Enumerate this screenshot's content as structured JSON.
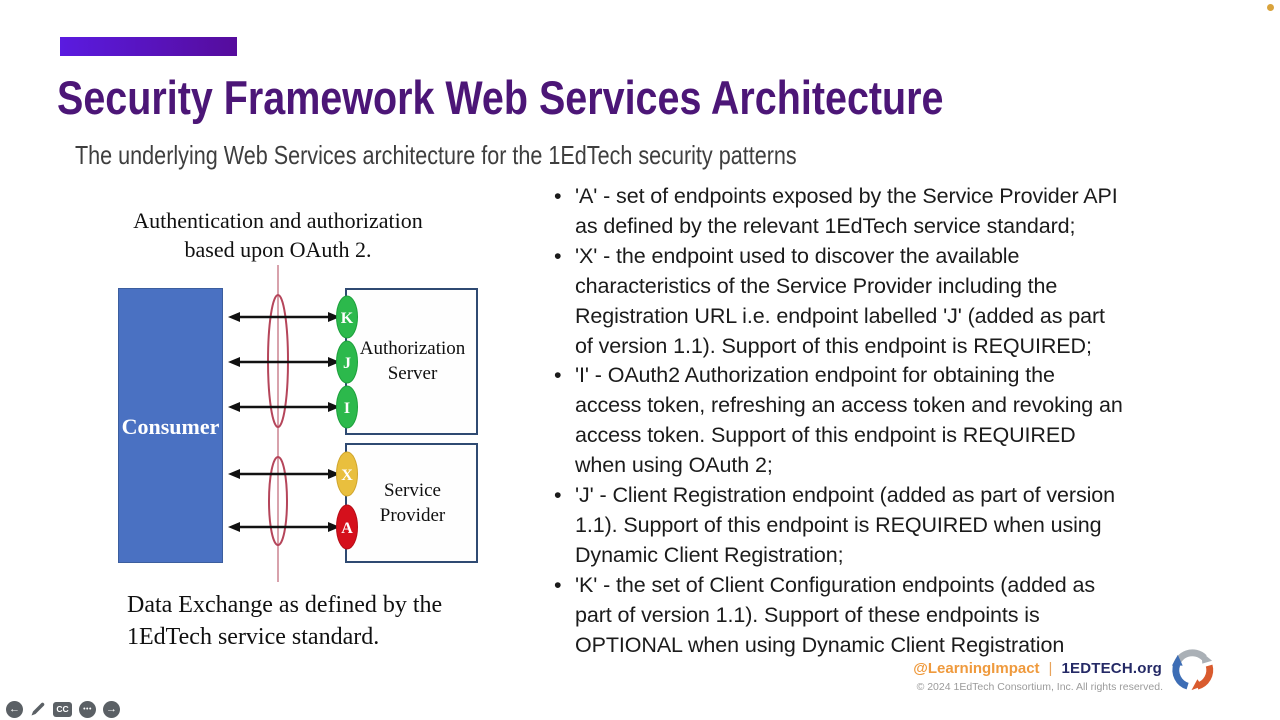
{
  "header": {
    "title": "Security Framework Web Services Architecture",
    "subtitle": "The underlying Web Services architecture for the 1EdTech security patterns",
    "title_color": "#4c1677",
    "accent_gradient": [
      "#5a1be0",
      "#560c9c"
    ],
    "status_dot_color": "#d9a33c"
  },
  "diagram": {
    "caption_top": "Authentication and authorization\nbased upon OAuth 2.",
    "consumer_label": "Consumer",
    "authorization_server_label": "Authorization\nServer",
    "service_provider_label": "Service\nProvider",
    "caption_bottom": "Data Exchange as defined by the\n1EdTech service standard.",
    "auth_endpoints": [
      "K",
      "J",
      "I"
    ],
    "service_endpoints": [
      "X",
      "A"
    ],
    "colors": {
      "consumer_fill": "#4a71c2",
      "box_border": "#2f4a72",
      "endpoint_green": "#2cb94c",
      "endpoint_gold": "#e9bf3e",
      "endpoint_red": "#d5101c",
      "lens_stroke": "#b5455a",
      "arrow": "#111111"
    }
  },
  "bullets": [
    {
      "text": "'A' - set of endpoints exposed by the Service Provider API\nas defined by the relevant 1EdTech service standard;"
    },
    {
      "text": "'X' - the endpoint used to discover the available\ncharacteristics of the Service Provider including the\nRegistration URL i.e. endpoint labelled 'J' (added as part\nof version 1.1). Support of this endpoint is REQUIRED;"
    },
    {
      "text": "'I' - OAuth2 Authorization endpoint for obtaining the\naccess token, refreshing an access token and revoking an\naccess token. Support of this endpoint is REQUIRED\nwhen using OAuth 2;"
    },
    {
      "text": "'J' - Client Registration endpoint (added as part of version\n1.1). Support of this endpoint is REQUIRED when using\nDynamic Client Registration;"
    },
    {
      "text": "'K' - the set of Client Configuration endpoints (added as\npart of version 1.1). Support of these endpoints is\nOPTIONAL when using Dynamic Client Registration"
    }
  ],
  "footer": {
    "social": "@LearningImpact",
    "separator": "|",
    "site": "1EDTECH.org",
    "copyright": "© 2024 1EdTech Consortium, Inc. All rights reserved.",
    "social_color": "#ef9a3d",
    "site_color": "#252a66"
  },
  "controls": {
    "back_glyph": "←",
    "captions_label": "CC",
    "more_glyph": "•••",
    "forward_glyph": "→"
  }
}
